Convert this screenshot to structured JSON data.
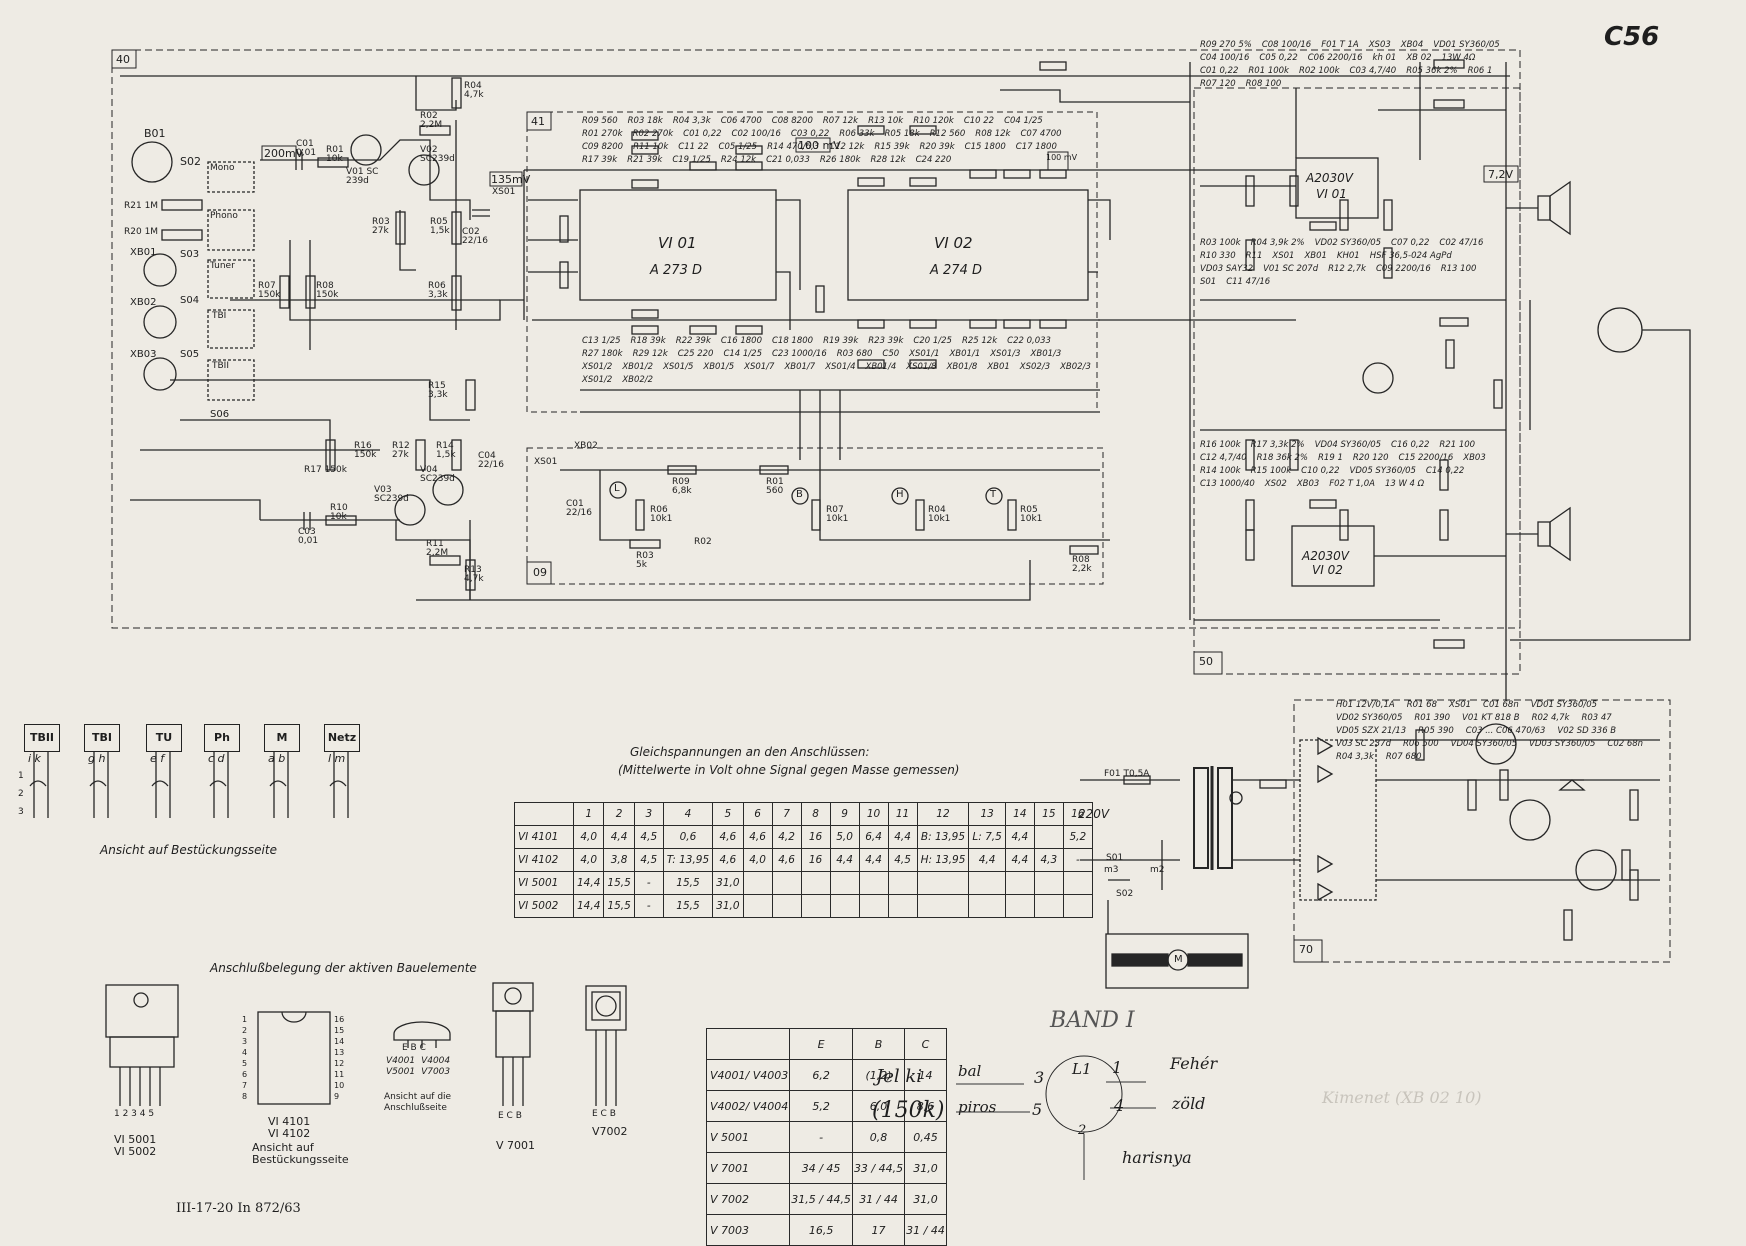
{
  "sheet_id": "C56",
  "footer_code": "III-17-20  In 872/63",
  "module_numbers": [
    "40",
    "41",
    "09",
    "50",
    "70"
  ],
  "ic_labels": {
    "vi01_name": "VI 01",
    "vi01_type": "A 273 D",
    "vi02_name": "VI 02",
    "vi02_type": "A 274 D",
    "amp1_type": "A2030V",
    "amp1_name": "VI 01",
    "amp2_type": "A2030V",
    "amp2_name": "VI 02"
  },
  "level_marks": [
    "200mV",
    "135mV",
    "100 mV",
    "100 mV",
    "7,2V"
  ],
  "inputs": {
    "b01": "B01",
    "s02": "S02",
    "mono": "Mono",
    "phono": "Phono",
    "tuner": "Tuner",
    "tb1": "TBI",
    "tb2": "TBII",
    "xb01": "XB01",
    "xb02": "XB02",
    "xb03": "XB03",
    "s03": "S03",
    "s04": "S04",
    "s05": "S05",
    "s06": "S06",
    "r21": "R21 1M",
    "r20": "R20 1M"
  },
  "preamp_labels": [
    "R04 4,7k",
    "R02 2,2M",
    "C01 0,01",
    "R01 10k",
    "V01 SC 239d",
    "V02 SC239d",
    "R05 1,5k",
    "R03 27k",
    "C02 22/16",
    "R06 3,3k",
    "R07 150k",
    "R08 150k",
    "R15 3,3k",
    "R16 150k",
    "R17 150k",
    "R12 27k",
    "R14 1,5k",
    "C04 22/16",
    "V03 SC239d",
    "V04 SC239d",
    "C03 0,01",
    "R10 10k",
    "R11 2,2M",
    "R13 4,7k",
    "XS01"
  ],
  "tone_labels": [
    "L",
    "B",
    "H",
    "T",
    "R06 10k1",
    "R07 10k1",
    "R04 10k1",
    "R05 10k1",
    "R03 5k",
    "R09 6,8k",
    "R01 560",
    "C01 22/16",
    "R02",
    "R08 2,2k",
    "XS01",
    "XB02"
  ],
  "ic_section_labels": [
    "R09 560",
    "R03 18k",
    "R04 3,3k",
    "C06 4700",
    "C08 8200",
    "R07 12k",
    "R13 10k",
    "R10 120k",
    "C10 22",
    "C04 1/25",
    "R01 270k",
    "R02 270k",
    "C01 0,22",
    "C02 100/16",
    "C03 0,22",
    "R06 33k",
    "R05 18k",
    "R12 560",
    "R08 12k",
    "C07 4700",
    "C09 8200",
    "R11 10k",
    "C11 22",
    "C05 1/25",
    "R14 470/6,3",
    "C12 12k",
    "R15 39k",
    "R20 39k",
    "C15 1800",
    "C17 1800",
    "R17 39k",
    "R21 39k",
    "C19 1/25",
    "R24 12k",
    "C21 0,033",
    "R26 180k",
    "R28 12k",
    "C24 220",
    "C13 1/25",
    "R18 39k",
    "R22 39k",
    "C16 1800",
    "C18 1800",
    "R19 39k",
    "R23 39k",
    "C20 1/25",
    "R25 12k",
    "C22 0,033",
    "R27 180k",
    "R29 12k",
    "C25 220",
    "C14 1/25",
    "C23 1000/16",
    "R03 680",
    "C50",
    "XS01/1",
    "XB01/1",
    "XS01/3",
    "XB01/3",
    "XS01/2",
    "XB01/2",
    "XS01/5",
    "XB01/5",
    "XS01/7",
    "XB01/7",
    "XS01/4",
    "XB01/4",
    "XS01/8",
    "XB01/8",
    "XB01",
    "XS02/3",
    "XB02/3",
    "XS01/2",
    "XB02/2"
  ],
  "power_amp_labels": [
    "R09 270 5%",
    "C08 100/16",
    "F01 T 1A",
    "XS03",
    "XB04",
    "VD01 SY360/05",
    "C04 100/16",
    "C05 0,22",
    "C06 2200/16",
    "kh 01",
    "XB 02",
    "13W 4Ω",
    "C01 0,22",
    "R01 100k",
    "R02 100k",
    "C03 4,7/40",
    "R05 36k 2%",
    "R06 1",
    "R07 120",
    "R08 100",
    "R03 100k",
    "R04 3,9k 2%",
    "VD02 SY360/05",
    "C07 0,22",
    "C02 47/16",
    "R10 330",
    "R11",
    "XS01",
    "XB01",
    "KH01",
    "HSF 36,5-024 AgPd",
    "VD03 SAY32",
    "V01 SC 207d",
    "R12 2,7k",
    "C09 2200/16",
    "R13 100",
    "S01",
    "C11 47/16",
    "R16 100k",
    "R17 3,3k 2%",
    "VD04 SY360/05",
    "C16 0,22",
    "R21 100",
    "C12 4,7/40",
    "R18 36k 2%",
    "R19 1",
    "R20 120",
    "C15 2200/16",
    "XB03",
    "R14 100k",
    "R15 100k",
    "C10 0,22",
    "VD05 SY360/05",
    "C14 0,22",
    "C13 1000/40",
    "XS02",
    "XB03",
    "F02 T 1,0A",
    "13 W 4 Ω"
  ],
  "psu_labels": [
    "F01 T0,5A",
    "220V",
    "S01",
    "m3",
    "m2",
    "S02",
    "H01 12V/0,1A",
    "R01 68",
    "XS01",
    "C01 68n",
    "VD01 SY360/05",
    "VD02 SY360/05",
    "R01 390",
    "V01 KT 818 B",
    "R02 4,7k",
    "R03 47",
    "VD05 SZX 21/13",
    "R05 390",
    "C03 ... C06 470/63",
    "V02 SD 336 B",
    "V03 SC 237d",
    "R06 500",
    "VD04 SY360/05",
    "VD03 SY360/05",
    "C02 68n",
    "R04 3,3k",
    "R07 680",
    "M"
  ],
  "switch_legend": {
    "items": [
      {
        "name": "TBII",
        "pins": "i  k"
      },
      {
        "name": "TBI",
        "pins": "g  h"
      },
      {
        "name": "TU",
        "pins": "e  f"
      },
      {
        "name": "Ph",
        "pins": "c  d"
      },
      {
        "name": "M",
        "pins": "a  b"
      },
      {
        "name": "Netz",
        "pins": "l  m"
      }
    ],
    "row_numbers": [
      "1",
      "2",
      "3"
    ],
    "caption": "Ansicht auf Bestückungsseite"
  },
  "voltage_table": {
    "title_line1": "Gleichspannungen an den Anschlüssen:",
    "title_line2": "(Mittelwerte in Volt ohne Signal gegen Masse gemessen)",
    "headers": [
      "",
      "1",
      "2",
      "3",
      "4",
      "5",
      "6",
      "7",
      "8",
      "9",
      "10",
      "11",
      "12",
      "13",
      "14",
      "15",
      "16"
    ],
    "rows": [
      [
        "VI 4101",
        "4,0",
        "4,4",
        "4,5",
        "0,6",
        "4,6",
        "4,6",
        "4,2",
        "16",
        "5,0",
        "6,4",
        "4,4",
        "B: 13,95",
        "L: 7,5",
        "4,4",
        "",
        "5,2"
      ],
      [
        "VI 4102",
        "4,0",
        "3,8",
        "4,5",
        "T: 13,95",
        "4,6",
        "4,0",
        "4,6",
        "16",
        "4,4",
        "4,4",
        "4,5",
        "H: 13,95",
        "4,4",
        "4,4",
        "4,3",
        "-"
      ],
      [
        "VI 5001",
        "14,4",
        "15,5",
        "-",
        "15,5",
        "31,0",
        "",
        "",
        "",
        "",
        "",
        "",
        "",
        "",
        "",
        "",
        ""
      ],
      [
        "VI 5002",
        "14,4",
        "15,5",
        "-",
        "15,5",
        "31,0",
        "",
        "",
        "",
        "",
        "",
        "",
        "",
        "",
        "",
        "",
        ""
      ]
    ]
  },
  "pin_table": {
    "headers": [
      "",
      "E",
      "B",
      "C"
    ],
    "rows": [
      [
        "V4001/ V4003",
        "6,2",
        "(1,2)",
        "14"
      ],
      [
        "V4002/ V4004",
        "5,2",
        "6,0",
        "8,6"
      ],
      [
        "V 5001",
        "-",
        "0,8",
        "0,45"
      ],
      [
        "V 7001",
        "34 / 45",
        "33 / 44,5",
        "31,0"
      ],
      [
        "V 7002",
        "31,5 / 44,5",
        "31 / 44",
        "31,0"
      ],
      [
        "V 7003",
        "16,5",
        "17",
        "31 / 44"
      ]
    ]
  },
  "pinout": {
    "title": "Anschlußbelegung der aktiven Bauelemente",
    "vi5001": "VI 5001\nVI 5002",
    "vi5001_pins": "1 2 3 4 5",
    "vi4101": "VI 4101\nVI 4102",
    "vi4101_note": "Ansicht auf Bestückungsseite",
    "dip_left": [
      "1",
      "2",
      "3",
      "4",
      "5",
      "6",
      "7",
      "8"
    ],
    "dip_right": [
      "16",
      "15",
      "14",
      "13",
      "12",
      "11",
      "10",
      "9"
    ],
    "to92_pins": "E B C",
    "to92_types": [
      "V4001",
      "V4004",
      "V5001",
      "V7003"
    ],
    "to92_note": "Ansicht auf die Anschlußseite",
    "v7001": "V 7001",
    "v7001_pins": "E C B",
    "v7002": "V7002",
    "v7002_pins": "E C B"
  },
  "handwriting": {
    "band": "BAND I",
    "jelki": "Jel ki",
    "r150k": "(150k)",
    "bal": "bal",
    "piros": "piros",
    "feher": "Fehér",
    "zold": "zöld",
    "n3": "3",
    "n5": "5",
    "n1": "1",
    "n4": "4",
    "l1": "L1",
    "n2": "2",
    "harisnya": "harisnya",
    "ghost": "Kimenet (XB 02 10)"
  }
}
